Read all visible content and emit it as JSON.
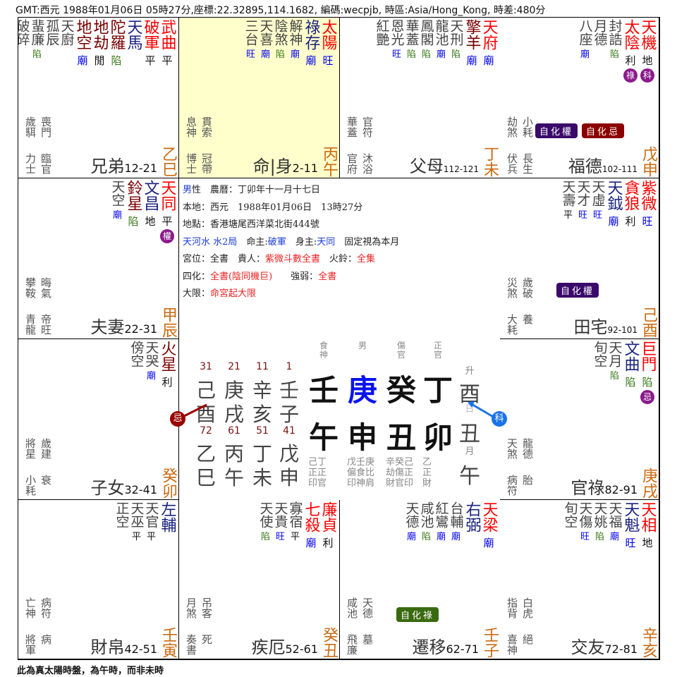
{
  "header": {
    "text": "GMT:西元    1988年01月06日    05時27分,座標:22.32895,114.1682, 編碼:wecpjb, 時區:Asia/Hong_Kong, 時差:480分"
  },
  "footer": {
    "text": "此為真太陽時盤，為午時，而非未時"
  },
  "colors": {
    "major_star": "#ff0000",
    "aux_good": "#1a237e",
    "aux_bad": "#7a0000",
    "minor_star": "#444444",
    "brightness_miao": "#0000ee",
    "brightness_xian": "#3a7a1a",
    "ganzhi": "#cc6a10",
    "highlight_bg": "#ffffcc",
    "hua_purple": "#8b1a8b",
    "ziquan_bg": "#3a0a6a",
    "ziji_bg": "#8b0000",
    "zilu_bg": "#3a6a10",
    "ji_dot": "#990000",
    "ke_dot": "#1a73e8"
  },
  "palaces": [
    {
      "id": "si",
      "name": "兄弟",
      "age": "12-21",
      "stem": "乙",
      "branch": "巳",
      "stars": [
        {
          "name": "武曲",
          "type": "major",
          "bright": "平"
        },
        {
          "name": "破軍",
          "type": "major",
          "bright": "平"
        },
        {
          "name": "天馬",
          "type": "good",
          "bright": ""
        },
        {
          "name": "陀羅",
          "type": "bad",
          "bright": "陷"
        },
        {
          "name": "地劫",
          "type": "bad",
          "bright": "閒"
        },
        {
          "name": "地空",
          "type": "bad",
          "bright": "廟"
        },
        {
          "name": "天廚",
          "type": "minor",
          "bright": ""
        },
        {
          "name": "孤辰",
          "type": "minor",
          "bright": ""
        },
        {
          "name": "蜚廉",
          "type": "minor",
          "bright": "陷"
        },
        {
          "name": "破碎",
          "type": "minor",
          "bright": ""
        }
      ],
      "gods": [
        "歲駬",
        "喪門",
        "力士",
        "臨官"
      ]
    },
    {
      "id": "wu",
      "name": "命|身",
      "age": "2-11",
      "stem": "丙",
      "branch": "午",
      "highlight": true,
      "stars": [
        {
          "name": "太陽",
          "type": "major",
          "bright": "旺"
        },
        {
          "name": "祿存",
          "type": "good",
          "bright": "廟"
        },
        {
          "name": "解神",
          "type": "minor",
          "bright": "廟"
        },
        {
          "name": "陰煞",
          "type": "minor",
          "bright": "陷"
        },
        {
          "name": "天喜",
          "type": "minor",
          "bright": "廟"
        },
        {
          "name": "三台",
          "type": "minor",
          "bright": "旺"
        }
      ],
      "gods": [
        "息神",
        "貫索",
        "博士",
        "冠帶"
      ]
    },
    {
      "id": "wei",
      "name": "父母",
      "age": "112-121",
      "stem": "丁",
      "branch": "未",
      "stars": [
        {
          "name": "天府",
          "type": "major",
          "bright": "廟"
        },
        {
          "name": "擎羊",
          "type": "bad",
          "bright": "廟"
        },
        {
          "name": "天刑",
          "type": "minor",
          "bright": "陷"
        },
        {
          "name": "龍池",
          "type": "minor",
          "bright": "廟"
        },
        {
          "name": "鳳閣",
          "type": "minor",
          "bright": "陷"
        },
        {
          "name": "華蓋",
          "type": "minor",
          "bright": "陷"
        },
        {
          "name": "恩光",
          "type": "minor",
          "bright": "旺"
        },
        {
          "name": "紅艷",
          "type": "minor",
          "bright": ""
        }
      ],
      "gods": [
        "華蓋",
        "官符",
        "官府",
        "沐浴"
      ]
    },
    {
      "id": "shen",
      "name": "福德",
      "age": "102-111",
      "stem": "戊",
      "branch": "申",
      "stars": [
        {
          "name": "天機",
          "type": "major",
          "bright": "地",
          "hua": "科"
        },
        {
          "name": "太陰",
          "type": "major",
          "bright": "利",
          "hua": "祿"
        },
        {
          "name": "封誥",
          "type": "minor",
          "bright": "陷"
        },
        {
          "name": "月德",
          "type": "minor",
          "bright": ""
        },
        {
          "name": "八座",
          "type": "minor",
          "bright": "廟"
        }
      ],
      "gods": [
        "劫煞",
        "小耗",
        "伏兵",
        "長生"
      ],
      "badges": [
        "自化權",
        "自化忌"
      ]
    },
    {
      "id": "chen",
      "name": "夫妻",
      "age": "22-31",
      "stem": "甲",
      "branch": "辰",
      "stars": [
        {
          "name": "天同",
          "type": "major",
          "bright": "平",
          "hua": "權"
        },
        {
          "name": "文昌",
          "type": "good",
          "bright": "地"
        },
        {
          "name": "鈴星",
          "type": "bad",
          "bright": "陷"
        },
        {
          "name": "天空",
          "type": "minor",
          "bright": "廟"
        }
      ],
      "gods": [
        "攀鞍",
        "晦氣",
        "青龍",
        "帝旺"
      ]
    },
    {
      "id": "you",
      "name": "田宅",
      "age": "92-101",
      "stem": "己",
      "branch": "酉",
      "stars": [
        {
          "name": "紫微",
          "type": "major",
          "bright": "旺"
        },
        {
          "name": "貪狼",
          "type": "major",
          "bright": "利"
        },
        {
          "name": "天鉞",
          "type": "good",
          "bright": "廟"
        },
        {
          "name": "天虛",
          "type": "minor",
          "bright": "旺"
        },
        {
          "name": "天才",
          "type": "minor",
          "bright": "旺"
        },
        {
          "name": "天壽",
          "type": "minor",
          "bright": "平"
        }
      ],
      "gods": [
        "災煞",
        "歲破",
        "大耗",
        "養"
      ],
      "badges": [
        "自化權"
      ]
    },
    {
      "id": "mao",
      "name": "子女",
      "age": "32-41",
      "stem": "癸",
      "branch": "卯",
      "stars": [
        {
          "name": "火星",
          "type": "bad",
          "bright": "利"
        },
        {
          "name": "天哭",
          "type": "minor",
          "bright": "廟"
        },
        {
          "name": "傍空",
          "type": "minor",
          "bright": ""
        }
      ],
      "gods": [
        "將星",
        "歲建",
        "小耗",
        "衰"
      ]
    },
    {
      "id": "xu",
      "name": "官祿",
      "age": "82-91",
      "stem": "庚",
      "branch": "戌",
      "stars": [
        {
          "name": "巨門",
          "type": "major",
          "bright": "陷",
          "hua": "忌"
        },
        {
          "name": "文曲",
          "type": "good",
          "bright": "陷"
        },
        {
          "name": "天月",
          "type": "minor",
          "bright": "陷"
        },
        {
          "name": "旬空",
          "type": "minor",
          "bright": ""
        }
      ],
      "gods": [
        "天煞",
        "龍德",
        "病符",
        "胎"
      ]
    },
    {
      "id": "yin",
      "name": "財帛",
      "age": "42-51",
      "stem": "壬",
      "branch": "寅",
      "stars": [
        {
          "name": "左輔",
          "type": "good",
          "bright": ""
        },
        {
          "name": "天官",
          "type": "minor",
          "bright": "平"
        },
        {
          "name": "天巫",
          "type": "minor",
          "bright": "平"
        },
        {
          "name": "正空",
          "type": "minor",
          "bright": ""
        }
      ],
      "gods": [
        "亡神",
        "病符",
        "將軍",
        "病"
      ]
    },
    {
      "id": "chou",
      "name": "疾厄",
      "age": "52-61",
      "stem": "癸",
      "branch": "丑",
      "stars": [
        {
          "name": "廉貞",
          "type": "major",
          "bright": "利"
        },
        {
          "name": "七殺",
          "type": "major",
          "bright": "廟"
        },
        {
          "name": "寡宿",
          "type": "minor",
          "bright": "平"
        },
        {
          "name": "天貴",
          "type": "minor",
          "bright": "旺"
        },
        {
          "name": "天使",
          "type": "minor",
          "bright": "陷"
        }
      ],
      "gods": [
        "月煞",
        "吊客",
        "奏書",
        "死"
      ]
    },
    {
      "id": "zi",
      "name": "遷移",
      "age": "62-71",
      "stem": "壬",
      "branch": "子",
      "stars": [
        {
          "name": "天梁",
          "type": "major",
          "bright": "廟"
        },
        {
          "name": "右弼",
          "type": "good",
          "bright": ""
        },
        {
          "name": "台輔",
          "type": "minor",
          "bright": "廟"
        },
        {
          "name": "紅鸞",
          "type": "minor",
          "bright": "廟"
        },
        {
          "name": "咸池",
          "type": "minor",
          "bright": "陷"
        },
        {
          "name": "天德",
          "type": "minor",
          "bright": "廟"
        }
      ],
      "gods": [
        "咸池",
        "天德",
        "飛廉",
        "墓"
      ],
      "badges": [
        "自化祿"
      ]
    },
    {
      "id": "hai",
      "name": "交友",
      "age": "72-81",
      "stem": "辛",
      "branch": "亥",
      "stars": [
        {
          "name": "天相",
          "type": "major",
          "bright": "地"
        },
        {
          "name": "天魁",
          "type": "good",
          "bright": "旺"
        },
        {
          "name": "天福",
          "type": "minor",
          "bright": "廟"
        },
        {
          "name": "天姚",
          "type": "minor",
          "bright": "陷"
        },
        {
          "name": "天傷",
          "type": "minor",
          "bright": "旺"
        },
        {
          "name": "旬空",
          "type": "minor",
          "bright": ""
        }
      ],
      "gods": [
        "指背",
        "白虎",
        "喜神",
        "絕"
      ]
    }
  ],
  "center": {
    "info": {
      "line1_gender": "男",
      "line1_rest": "性　農曆：丁卯年十一月十七日",
      "line2": "本地：西元　1988年01月06日　13時27分",
      "line3": "地點：香港塘尾西洋菜北街444號",
      "line4_ju": "天河水 水2局",
      "line4_ming_label": "　命主:",
      "line4_ming": "破軍",
      "line4_shen_label": "　身主:",
      "line4_shen": "天同",
      "line4_rest": "　固定視為本月",
      "line5_a": "宮位：全書　貴人：",
      "line5_b": "紫微斗數全書",
      "line5_c": "　火鈴：",
      "line5_d": "全集",
      "line6_a": "四化：",
      "line6_b": "全書(陰同機巨)",
      "line6_c": "　　強弱：",
      "line6_d": "全書",
      "line7_a": "大限：",
      "line7_b": "命宮起大限"
    },
    "bazi": {
      "tengods_top": [
        "食神",
        "男",
        "傷官",
        "正官"
      ],
      "stems": [
        "壬",
        "庚",
        "癸",
        "丁"
      ],
      "branches": [
        "午",
        "申",
        "丑",
        "卯"
      ],
      "day_master_color": "#0a14ee",
      "hidden": [
        {
          "stems": "己丁",
          "gods1": "正正",
          "gods2": "印官"
        },
        {
          "stems": "戊壬庚",
          "gods1": "偏食比",
          "gods2": "印神肩"
        },
        {
          "stems": "辛癸己",
          "gods1": "劫傷正",
          "gods2": "財官印"
        },
        {
          "stems": "乙",
          "gods1": "正",
          "gods2": "財"
        }
      ]
    },
    "dayun": {
      "top_ages": [
        "31",
        "21",
        "11",
        "1"
      ],
      "top_stems": [
        "己",
        "庚",
        "辛",
        "壬"
      ],
      "top_branches": [
        "酉",
        "戌",
        "亥",
        "子"
      ],
      "bottom_ages": [
        "72",
        "61",
        "51",
        "41"
      ],
      "bottom_stems": [
        "乙",
        "丙",
        "丁",
        "戊"
      ],
      "bottom_branches": [
        "巳",
        "午",
        "未",
        "申"
      ]
    },
    "side": {
      "rise_label": "升",
      "rise": "酉",
      "day_label": "日",
      "day": "丑",
      "month_label": "月",
      "month": "午"
    },
    "markers": {
      "ji": "忌",
      "ke": "科"
    }
  }
}
